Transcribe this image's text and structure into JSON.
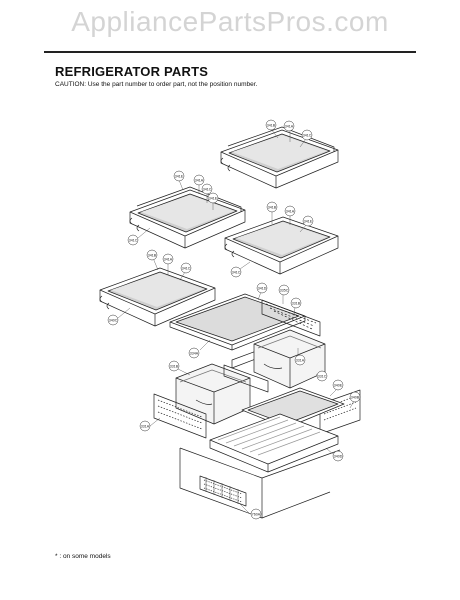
{
  "watermark": "AppliancePartsPros.com",
  "header": {
    "title": "REFRIGERATOR PARTS",
    "caution": "CAUTION: Use the part number to order part, not the position number."
  },
  "footnote": "* : on some models",
  "callouts": [
    {
      "id": "c1",
      "label": "341B"
    },
    {
      "id": "c2",
      "label": "341A"
    },
    {
      "id": "c3",
      "label": "341C"
    },
    {
      "id": "c4",
      "label": "341E"
    },
    {
      "id": "c5",
      "label": "341A"
    },
    {
      "id": "c6",
      "label": "341C"
    },
    {
      "id": "c7",
      "label": "341E"
    },
    {
      "id": "c8",
      "label": "341C"
    },
    {
      "id": "c9",
      "label": "341B"
    },
    {
      "id": "c10",
      "label": "341A"
    },
    {
      "id": "c11",
      "label": "341E"
    },
    {
      "id": "c12",
      "label": "341C"
    },
    {
      "id": "c13",
      "label": "341B"
    },
    {
      "id": "c14",
      "label": "341A"
    },
    {
      "id": "c15",
      "label": "341C"
    },
    {
      "id": "c16",
      "label": "340C"
    },
    {
      "id": "c17",
      "label": "341D"
    },
    {
      "id": "c18",
      "label": "335C"
    },
    {
      "id": "c19",
      "label": "331B"
    },
    {
      "id": "c20",
      "label": "334A"
    },
    {
      "id": "c21",
      "label": "331B"
    },
    {
      "id": "c22",
      "label": "331A"
    },
    {
      "id": "c23",
      "label": "331C"
    },
    {
      "id": "c24",
      "label": "340E"
    },
    {
      "id": "c25",
      "label": "340B"
    },
    {
      "id": "c26",
      "label": "331A"
    },
    {
      "id": "c27",
      "label": "340D"
    },
    {
      "id": "c28",
      "label": "760A"
    }
  ]
}
